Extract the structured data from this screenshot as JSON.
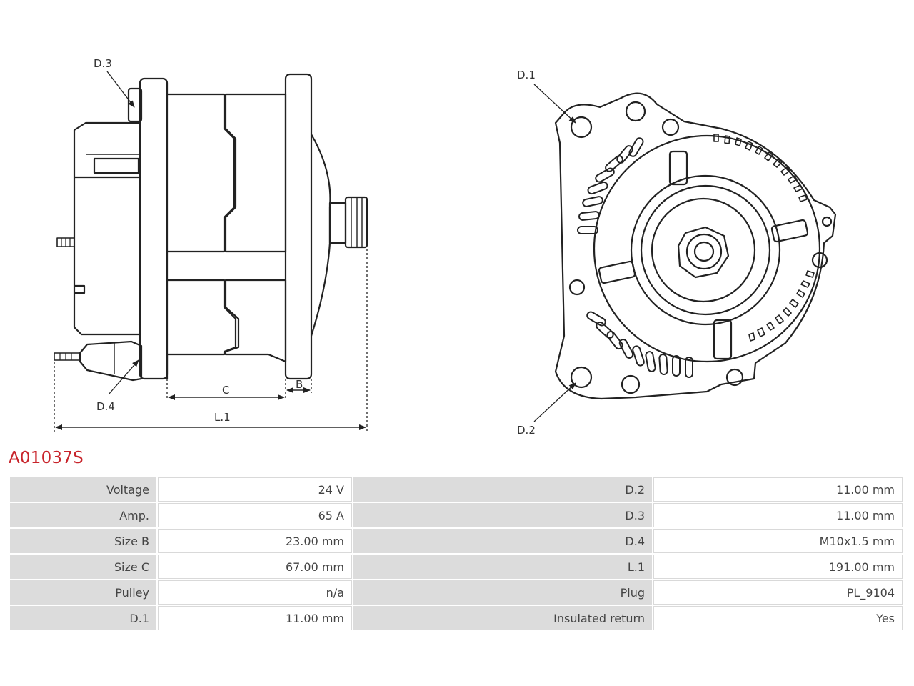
{
  "product_code": "A01037S",
  "diagram_labels": {
    "d1": "D.1",
    "d2": "D.2",
    "d3": "D.3",
    "d4": "D.4",
    "b": "B",
    "c": "C",
    "l1": "L.1"
  },
  "specs": [
    {
      "k1": "Voltage",
      "v1": "24 V",
      "k2": "D.2",
      "v2": "11.00 mm"
    },
    {
      "k1": "Amp.",
      "v1": "65 A",
      "k2": "D.3",
      "v2": "11.00 mm"
    },
    {
      "k1": "Size B",
      "v1": "23.00 mm",
      "k2": "D.4",
      "v2": "M10x1.5 mm"
    },
    {
      "k1": "Size C",
      "v1": "67.00 mm",
      "k2": "L.1",
      "v2": "191.00 mm"
    },
    {
      "k1": "Pulley",
      "v1": "n/a",
      "k2": "Plug",
      "v2": "PL_9104"
    },
    {
      "k1": "D.1",
      "v1": "11.00 mm",
      "k2": "Insulated return",
      "v2": "Yes"
    }
  ],
  "colors": {
    "title": "#c8242b",
    "key_cell": "#dcdcdc",
    "line": "#222222"
  }
}
